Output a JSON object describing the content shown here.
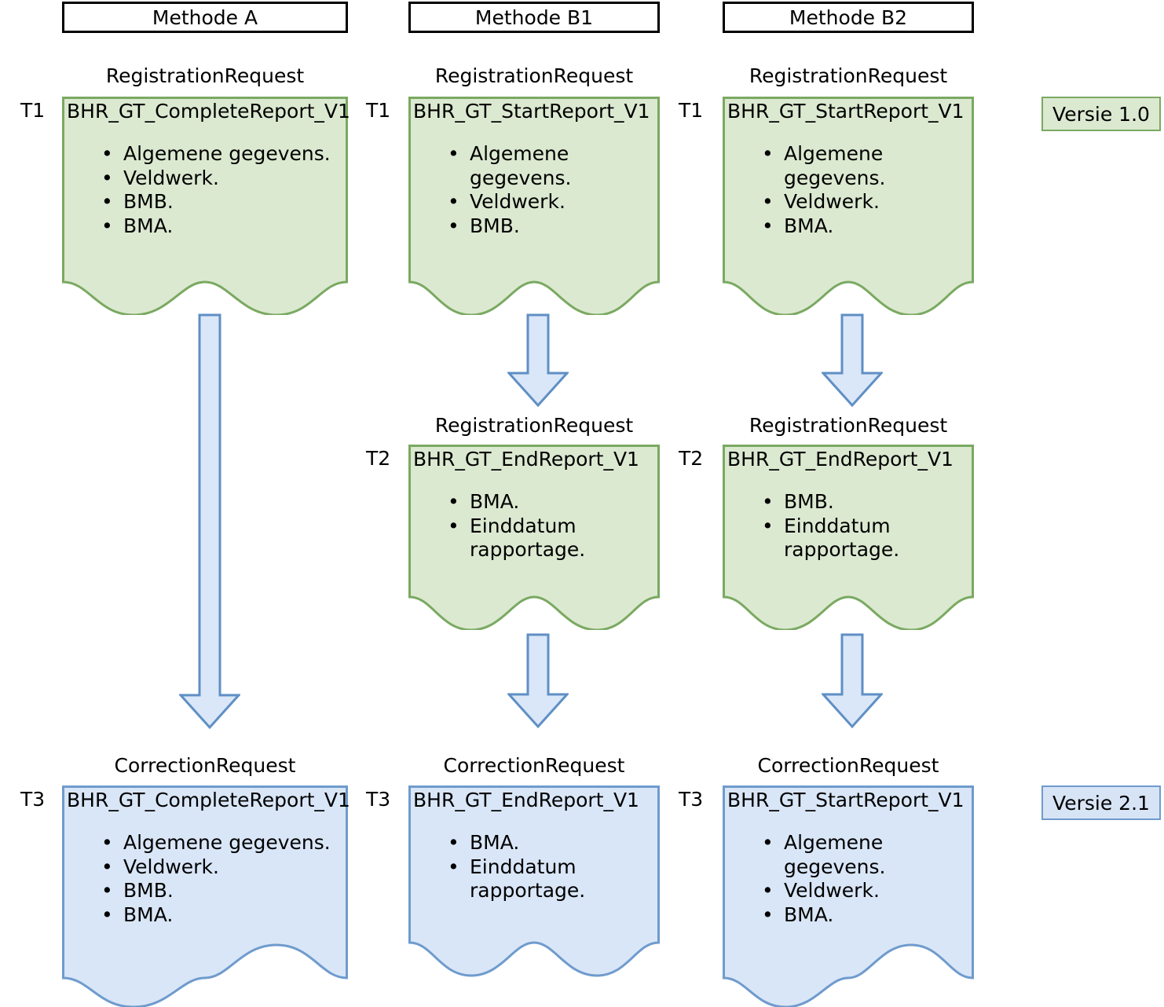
{
  "colors": {
    "green_fill": "#dce9d1",
    "green_stroke": "#7aa961",
    "blue_fill": "#d9e6f7",
    "blue_stroke": "#6f9bcd",
    "arrow_fill": "#dae7f8",
    "arrow_stroke": "#5f8fc4",
    "header_stroke": "#000000"
  },
  "headers": [
    {
      "label": "Methode A"
    },
    {
      "label": "Methode B1"
    },
    {
      "label": "Methode B2"
    }
  ],
  "badges": [
    {
      "label": "Versie 1.0",
      "style": "green"
    },
    {
      "label": "Versie 2.1",
      "style": "blue"
    }
  ],
  "documents": [
    {
      "id": "a-t1",
      "caption": "RegistrationRequest",
      "title": "BHR_GT_CompleteReport_V1",
      "time_left": "T1",
      "time_right": "",
      "style": "green",
      "items": [
        "Algemene gegevens.",
        "Veldwerk.",
        "BMB.",
        "BMA."
      ]
    },
    {
      "id": "b1-t1",
      "caption": "RegistrationRequest",
      "title": "BHR_GT_StartReport_V1",
      "time_left": "T1",
      "time_right": "T1",
      "style": "green",
      "items": [
        "Algemene gegevens.",
        "Veldwerk.",
        "BMB."
      ]
    },
    {
      "id": "b2-t1",
      "caption": "RegistrationRequest",
      "title": "BHR_GT_StartReport_V1",
      "time_left": "",
      "time_right": "",
      "style": "green",
      "items": [
        "Algemene gegevens.",
        "Veldwerk.",
        "BMA."
      ]
    },
    {
      "id": "b1-t2",
      "caption": "RegistrationRequest",
      "title": "BHR_GT_EndReport_V1",
      "time_left": "T2",
      "time_right": "T2",
      "style": "green",
      "items": [
        "BMA.",
        "Einddatum\nrapportage."
      ]
    },
    {
      "id": "b2-t2",
      "caption": "RegistrationRequest",
      "title": "BHR_GT_EndReport_V1",
      "time_left": "",
      "time_right": "",
      "style": "green",
      "items": [
        "BMB.",
        "Einddatum\nrapportage."
      ]
    },
    {
      "id": "a-t3",
      "caption": "CorrectionRequest",
      "title": "BHR_GT_CompleteReport_V1",
      "time_left": "T3",
      "time_right": "",
      "style": "blue",
      "items": [
        "Algemene gegevens.",
        "Veldwerk.",
        "BMB.",
        "BMA."
      ]
    },
    {
      "id": "b1-t3",
      "caption": "CorrectionRequest",
      "title": "BHR_GT_EndReport_V1",
      "time_left": "T3",
      "time_right": "T3",
      "style": "blue",
      "items": [
        "BMA.",
        "Einddatum\nrapportage."
      ]
    },
    {
      "id": "b2-t3",
      "caption": "CorrectionRequest",
      "title": "BHR_GT_StartReport_V1",
      "time_left": "",
      "time_right": "",
      "style": "blue",
      "items": [
        "Algemene gegevens.",
        "Veldwerk.",
        "BMA."
      ]
    }
  ],
  "arrows": [
    {
      "id": "arrow-a-t1-to-t3",
      "from": "a-t1",
      "to": "a-t3"
    },
    {
      "id": "arrow-b1-t1-to-t2",
      "from": "b1-t1",
      "to": "b1-t2"
    },
    {
      "id": "arrow-b2-t1-to-t2",
      "from": "b2-t1",
      "to": "b2-t2"
    },
    {
      "id": "arrow-b1-t2-to-t3",
      "from": "b1-t2",
      "to": "b1-t3"
    },
    {
      "id": "arrow-b2-t2-to-t3",
      "from": "b2-t2",
      "to": "b2-t3"
    }
  ]
}
